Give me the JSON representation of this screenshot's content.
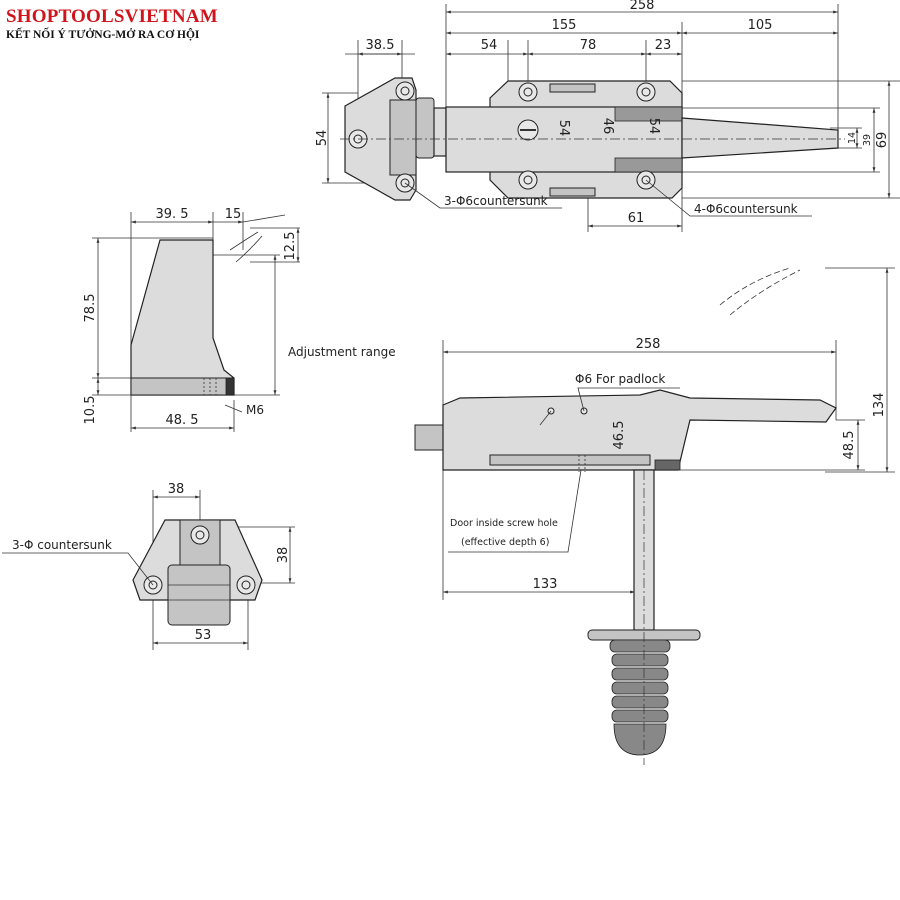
{
  "brand": {
    "name": "SHOPTOOLSVIETNAM",
    "tagline": "KẾT NỐI Ý TƯỞNG-MỞ RA CƠ HỘI"
  },
  "top_view": {
    "dims": {
      "overall": "258",
      "to_handle": "155",
      "handle": "105",
      "d54": "54",
      "d78": "78",
      "d23": "23",
      "hinge_width": "38.5",
      "hinge_height": "54",
      "plate_54a": "54",
      "plate_46": "46",
      "plate_54b": "54",
      "tip_14": "14",
      "d39": "39",
      "d69": "69",
      "d61": "61"
    },
    "labels": {
      "hinge_holes": "3-Φ6countersunk",
      "plate_holes": "4-Φ6countersunk"
    }
  },
  "side_view": {
    "dims": {
      "d39_5": "39. 5",
      "d15": "15",
      "d12_5": "12.5",
      "d78_5": "78.5",
      "d10_5": "10.5",
      "d48_5": "48. 5"
    },
    "labels": {
      "adjustment": "Adjustment range",
      "thread": "M6"
    }
  },
  "hinge_view": {
    "dims": {
      "d38_h": "38",
      "d38_v": "38",
      "d53": "53"
    },
    "labels": {
      "holes": "3-Φ countersunk"
    }
  },
  "front_view": {
    "dims": {
      "overall": "258",
      "d46_5": "46.5",
      "d48_5": "48.5",
      "d134": "134",
      "d133": "133"
    },
    "labels": {
      "padlock": "Φ6  For padlock",
      "screw_hole_1": "Door inside screw hole",
      "screw_hole_2": "(effective depth 6)"
    }
  }
}
